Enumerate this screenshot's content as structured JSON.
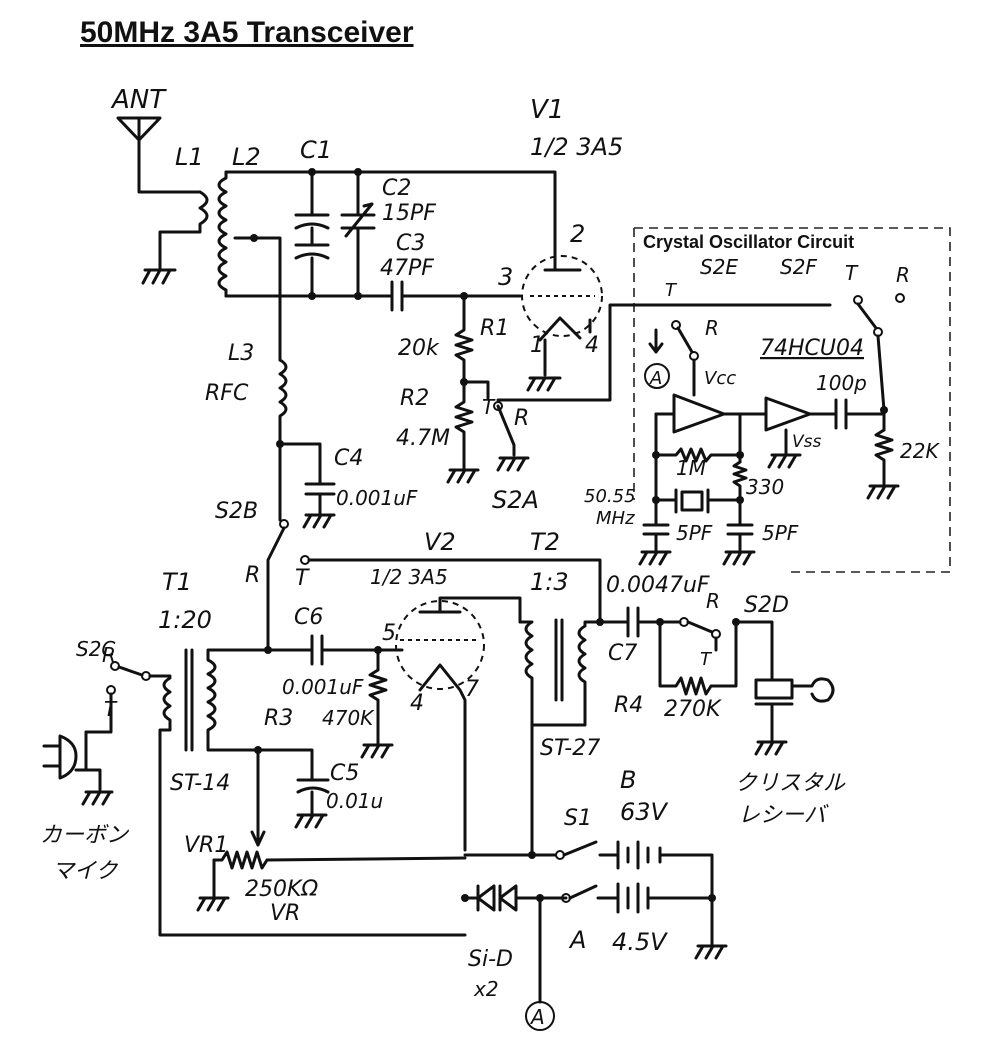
{
  "title": "50MHz  3A5 Transceiver",
  "box_title": "Crystal Oscillator Circuit",
  "labels": {
    "ant": "ANT",
    "l1": "L1",
    "l2": "L2",
    "c1": "C1",
    "c2": "C2",
    "c2_val": "15PF",
    "c3": "C3",
    "c3_val": "47PF",
    "v1": "V1",
    "v1_type": "1/2  3A5",
    "v1_pin2": "2",
    "v1_pin3": "3",
    "v1_pin1": "1",
    "v1_pin4": "4",
    "r1": "R1",
    "r1_val": "20k",
    "r2": "R2",
    "r2_val": "4.7M",
    "s2a_t": "T",
    "s2a_r": "R",
    "s2a": "S2A",
    "l3": "L3",
    "rfc": "RFC",
    "c4": "C4",
    "c4_val": "0.001uF",
    "s2b": "S2B",
    "s2b_r": "R",
    "s2b_t": "T",
    "v2": "V2",
    "v2_type": "1/2  3A5",
    "t2": "T2",
    "t2_ratio": "1:3",
    "t1": "T1",
    "t1_ratio": "1:20",
    "s2c": "S2C",
    "s2c_r": "R",
    "s2c_t": "T",
    "c6": "C6",
    "c6_val": "0.001uF",
    "v2_pin5": "5",
    "v2_pin4": "4",
    "v2_pin7": "7",
    "r3": "R3",
    "r3_val": "470K",
    "st14": "ST-14",
    "c5": "C5",
    "c5_val": "0.01u",
    "st27": "ST-27",
    "c7_val": "0.0047uF",
    "c7": "C7",
    "s2d_r": "R",
    "s2d": "S2D",
    "s2d_t": "T",
    "r4": "R4",
    "r4_val": "270K",
    "crystal_rx_1": "クリスタル",
    "crystal_rx_2": "レシーバ",
    "carbon_mic_1": "カーボン",
    "carbon_mic_2": "マイク",
    "vr1": "VR1",
    "vr1_val": "250KΩ",
    "vr1_type": "VR",
    "s1": "S1",
    "batt_b": "B",
    "batt_b_val": "63V",
    "batt_a": "A",
    "batt_a_val": "4.5V",
    "sid": "Si-D",
    "sid_count": "x2",
    "node_a": "A",
    "node_a2": "A",
    "s2e": "S2E",
    "s2f": "S2F",
    "s2f_t": "T",
    "s2f_r": "R",
    "s2e_t": "T",
    "s2e_r": "R",
    "ic": "74HCU04",
    "vcc": "Vcc",
    "vss": "Vss",
    "c100p": "100p",
    "r22k": "22K",
    "r1m": "1M",
    "r330": "330",
    "xtal_freq": "50.55",
    "xtal_unit": "MHz",
    "c5pf_a": "5PF",
    "c5pf_b": "5PF"
  }
}
